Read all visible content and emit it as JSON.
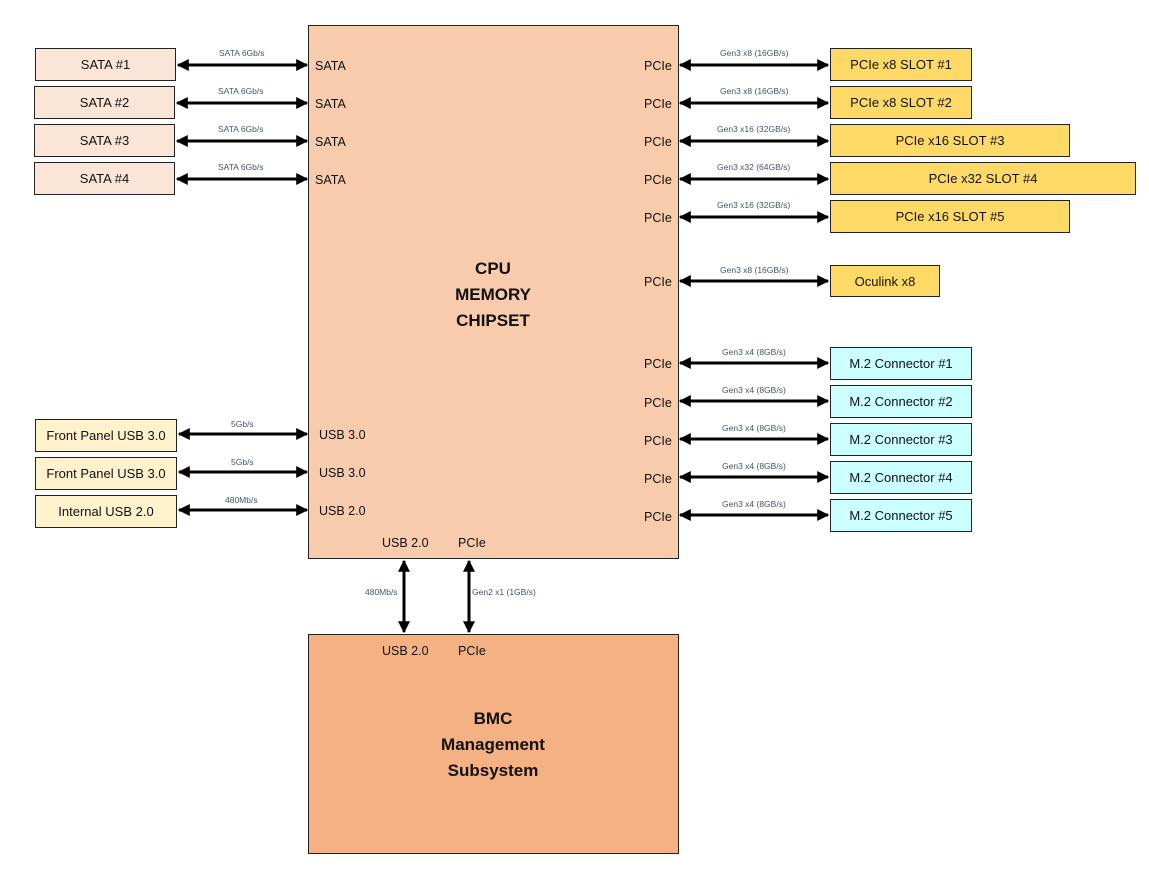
{
  "cpu": {
    "lines": [
      "CPU",
      "MEMORY",
      "CHIPSET"
    ],
    "port_sata": "SATA",
    "port_pcie": "PCIe",
    "bottom_ports": [
      "USB 2.0",
      "PCIe"
    ]
  },
  "bmc": {
    "lines": [
      "BMC",
      "Management",
      "Subsystem"
    ],
    "top_ports": [
      "USB 2.0",
      "PCIe"
    ]
  },
  "sata": [
    {
      "label": "SATA #1",
      "speed": "SATA 6Gb/s",
      "port": "SATA"
    },
    {
      "label": "SATA #2",
      "speed": "SATA 6Gb/s",
      "port": "SATA"
    },
    {
      "label": "SATA #3",
      "speed": "SATA 6Gb/s",
      "port": "SATA"
    },
    {
      "label": "SATA #4",
      "speed": "SATA 6Gb/s",
      "port": "SATA"
    }
  ],
  "usb": [
    {
      "label": "Front Panel USB 3.0",
      "speed": "5Gb/s",
      "port": "USB 3.0"
    },
    {
      "label": "Front Panel USB 3.0",
      "speed": "5Gb/s",
      "port": "USB 3.0"
    },
    {
      "label": "Internal USB 2.0",
      "speed": "480Mb/s",
      "port": "USB 2.0"
    }
  ],
  "pcie_slots": [
    {
      "label": "PCIe x8 SLOT #1",
      "speed": "Gen3 x8 (16GB/s)",
      "port": "PCIe"
    },
    {
      "label": "PCIe x8 SLOT #2",
      "speed": "Gen3 x8 (16GB/s)",
      "port": "PCIe"
    },
    {
      "label": "PCIe x16 SLOT #3",
      "speed": "Gen3 x16 (32GB/s)",
      "port": "PCIe"
    },
    {
      "label": "PCIe x32 SLOT #4",
      "speed": "Gen3 x32 (64GB/s)",
      "port": "PCIe"
    },
    {
      "label": "PCIe x16 SLOT #5",
      "speed": "Gen3 x16 (32GB/s)",
      "port": "PCIe"
    }
  ],
  "oculink": {
    "label": "Oculink x8",
    "speed": "Gen3 x8 (16GB/s)",
    "port": "PCIe"
  },
  "m2": [
    {
      "label": "M.2 Connector #1",
      "speed": "Gen3 x4 (8GB/s)",
      "port": "PCIe"
    },
    {
      "label": "M.2 Connector #2",
      "speed": "Gen3 x4 (8GB/s)",
      "port": "PCIe"
    },
    {
      "label": "M.2 Connector #3",
      "speed": "Gen3 x4 (8GB/s)",
      "port": "PCIe"
    },
    {
      "label": "M.2 Connector #4",
      "speed": "Gen3 x4 (8GB/s)",
      "port": "PCIe"
    },
    {
      "label": "M.2 Connector #5",
      "speed": "Gen3 x4 (8GB/s)",
      "port": "PCIe"
    }
  ],
  "bmc_links": [
    {
      "speed": "480Mb/s"
    },
    {
      "speed": "Gen2 x1 (1GB/s)"
    }
  ]
}
